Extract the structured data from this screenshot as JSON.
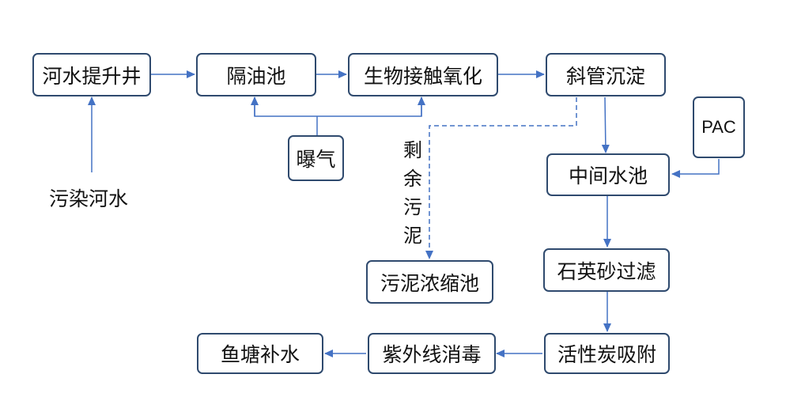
{
  "nodes": {
    "river_lift_well": "河水提升井",
    "oil_separation_tank": "隔油池",
    "bio_contact_oxidation": "生物接触氧化",
    "inclined_tube_settling": "斜管沉淀",
    "aeration": "曝气",
    "pac": "PAC",
    "intermediate_tank": "中间水池",
    "quartz_sand_filtration": "石英砂过滤",
    "activated_carbon_adsorption": "活性炭吸附",
    "uv_disinfection": "紫外线消毒",
    "fish_pond_replenishment": "鱼塘补水",
    "sludge_thickening_tank": "污泥浓缩池"
  },
  "labels": {
    "polluted_river_water": "污染河水",
    "excess_sludge": [
      "剩",
      "余",
      "污",
      "泥"
    ]
  },
  "colors": {
    "box_border": "#2f4a6e",
    "arrow": "#4472c4",
    "text": "#111111"
  }
}
